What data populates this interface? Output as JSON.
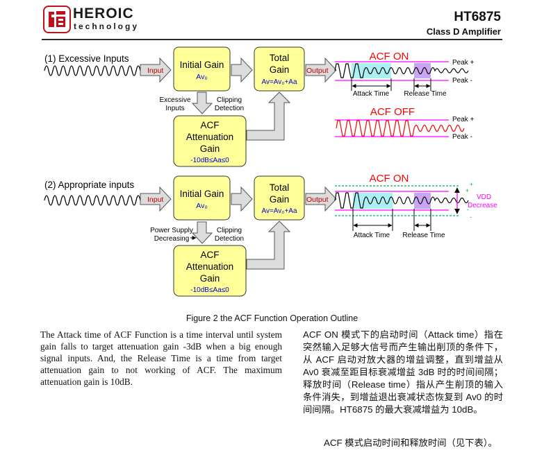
{
  "header": {
    "logo_line1": "HEROIC",
    "logo_line2": "technology",
    "model": "HT6875",
    "subtitle": "Class D Amplifier"
  },
  "diagram1": {
    "title": "(1) Excessive Inputs",
    "input_label": "Input",
    "initial_gain_label": "Initial Gain",
    "initial_gain_sub": "Av₀",
    "total_gain_line1": "Total",
    "total_gain_line2": "Gain",
    "total_gain_sub": "Av=Av₀+Aa",
    "output_label": "Output",
    "left_note": [
      "Excessive",
      "Inputs"
    ],
    "right_note": [
      "Clipping",
      "Detection"
    ],
    "acf_box": [
      "ACF",
      "Attenuation",
      "Gain"
    ],
    "acf_box_sub": "-10dB≤Aa≤0",
    "acf_on_title": "ACF ON",
    "acf_off_title": "ACF OFF",
    "peak_plus": "Peak +",
    "peak_minus": "Peak -",
    "attack_time": "Attack Time",
    "release_time": "Release Time"
  },
  "diagram2": {
    "title": "(2) Appropriate inputs",
    "input_label": "Input",
    "initial_gain_label": "Initial Gain",
    "initial_gain_sub": "Av₀",
    "total_gain_line1": "Total",
    "total_gain_line2": "Gain",
    "total_gain_sub": "Av=Av₀+Aa",
    "output_label": "Output",
    "left_note": [
      "Power Supply",
      "Decreasing"
    ],
    "right_note": [
      "Clipping",
      "Detection"
    ],
    "acf_box": [
      "ACF",
      "Attenuation",
      "Gain"
    ],
    "acf_box_sub": "-10dB≤Aa≤0",
    "acf_on_title": "ACF ON",
    "vdd_label": [
      "VDD",
      "Decrease"
    ],
    "attack_time": "Attack Time",
    "release_time": "Release Time"
  },
  "caption": "Figure 2 the ACF Function Operation Outline",
  "body_en": "The Attack time of ACF Function is a time interval until system gain falls to target attenuation gain -3dB when a big enough signal inputs. And, the Release Time is a time from target attenuation gain to not working of ACF. The maximum attenuation gain is 10dB.",
  "body_zh": "ACF ON 模式下的启动时间（Attack time）指在突然输入足够大信号而产生输出削顶的条件下，从 ACF 启动对放大器的增益调整，直到增益从 Av0 衰减至距目标衰减增益 3dB 时的时间间隔；释放时间（Release time）指从产生削顶的输入条件消失，到增益退出衰减状态恢复到 Av0 的时间间隔。HT6875 的最大衰减增益为 10dB。",
  "body_zh2": "ACF 模式启动时间和释放时间（见下表）。",
  "colors": {
    "box_fill": "#ffff99",
    "accent_red": "#ff0000",
    "accent_blue": "#0000cc",
    "attack_fill": "#a9f1f5",
    "release_fill": "#c8a6f2",
    "line_green": "#00b050",
    "line_magenta": "#ff00ff"
  }
}
